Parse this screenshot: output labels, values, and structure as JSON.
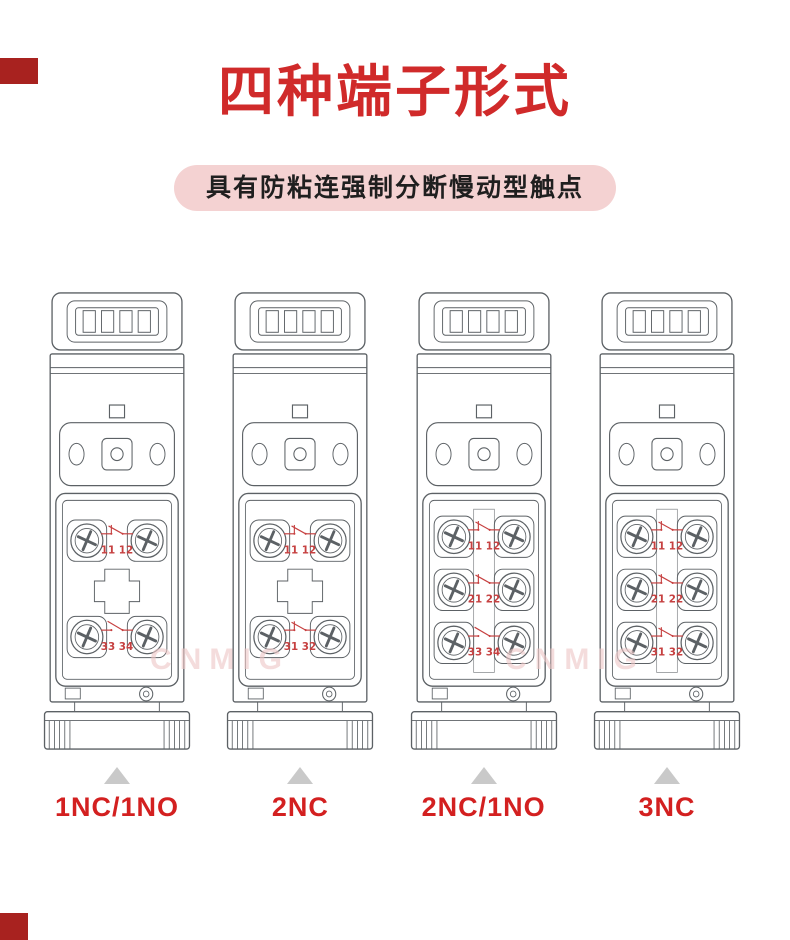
{
  "page": {
    "title": "四种端子形式",
    "subtitle": "具有防粘连强制分断慢动型触点",
    "watermark": "CNMIG"
  },
  "colors": {
    "accent": "#d02a2a",
    "pill_bg": "#f4d2d2",
    "label_red": "#d32020",
    "corner_red": "#a8221f",
    "line": "#5c6165",
    "annotation_red": "#c64040",
    "watermark_pink": "#eec7c7",
    "triangle_gray": "#c9c9c9"
  },
  "switches": [
    {
      "id": "switch-1nc-1no",
      "label": "1NC/1NO",
      "rows": [
        {
          "numbers": "11 12",
          "type": "nc"
        },
        {
          "numbers": "33 34",
          "type": "no"
        }
      ]
    },
    {
      "id": "switch-2nc",
      "label": "2NC",
      "rows": [
        {
          "numbers": "11 12",
          "type": "nc"
        },
        {
          "numbers": "31 32",
          "type": "nc"
        }
      ]
    },
    {
      "id": "switch-2nc-1no",
      "label": "2NC/1NO",
      "rows": [
        {
          "numbers": "11 12",
          "type": "nc"
        },
        {
          "numbers": "21 22",
          "type": "nc"
        },
        {
          "numbers": "33 34",
          "type": "no"
        }
      ]
    },
    {
      "id": "switch-3nc",
      "label": "3NC",
      "rows": [
        {
          "numbers": "11 12",
          "type": "nc"
        },
        {
          "numbers": "21 22",
          "type": "nc"
        },
        {
          "numbers": "31 32",
          "type": "nc"
        }
      ]
    }
  ]
}
